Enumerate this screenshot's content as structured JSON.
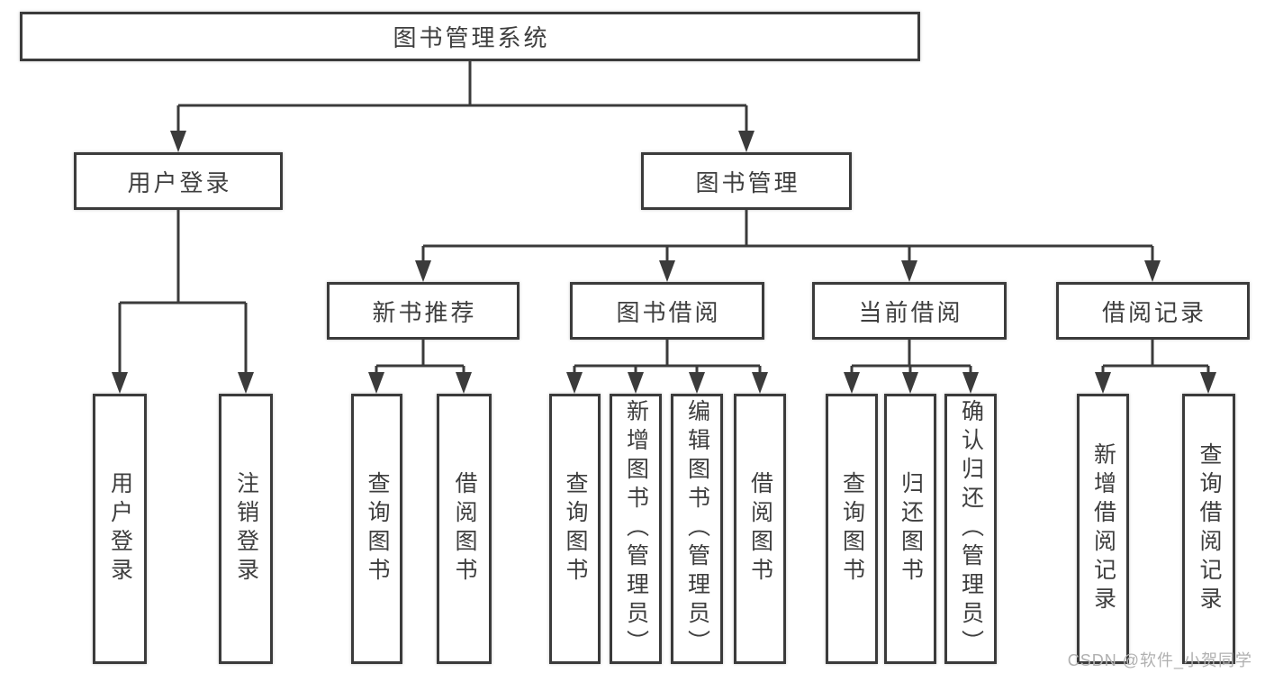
{
  "root": {
    "label": "图书管理系统"
  },
  "login": {
    "label": "用户登录",
    "children": [
      "用户登录",
      "注销登录"
    ]
  },
  "management": {
    "label": "图书管理",
    "sections": [
      {
        "label": "新书推荐",
        "children": [
          "查询图书",
          "借阅图书"
        ]
      },
      {
        "label": "图书借阅",
        "children": [
          "查询图书",
          "新增图书（管理员）",
          "编辑图书（管理员）",
          "借阅图书"
        ]
      },
      {
        "label": "当前借阅",
        "children": [
          "查询图书",
          "归还图书",
          "确认归还（管理员）"
        ]
      },
      {
        "label": "借阅记录",
        "children": [
          "新增借阅记录",
          "查询借阅记录"
        ]
      }
    ]
  },
  "watermark": "CSDN @软件_小贺同学",
  "colors": {
    "line": "#3b3b3b",
    "text": "#3e3e3e",
    "watermark": "#b0b0b0"
  }
}
